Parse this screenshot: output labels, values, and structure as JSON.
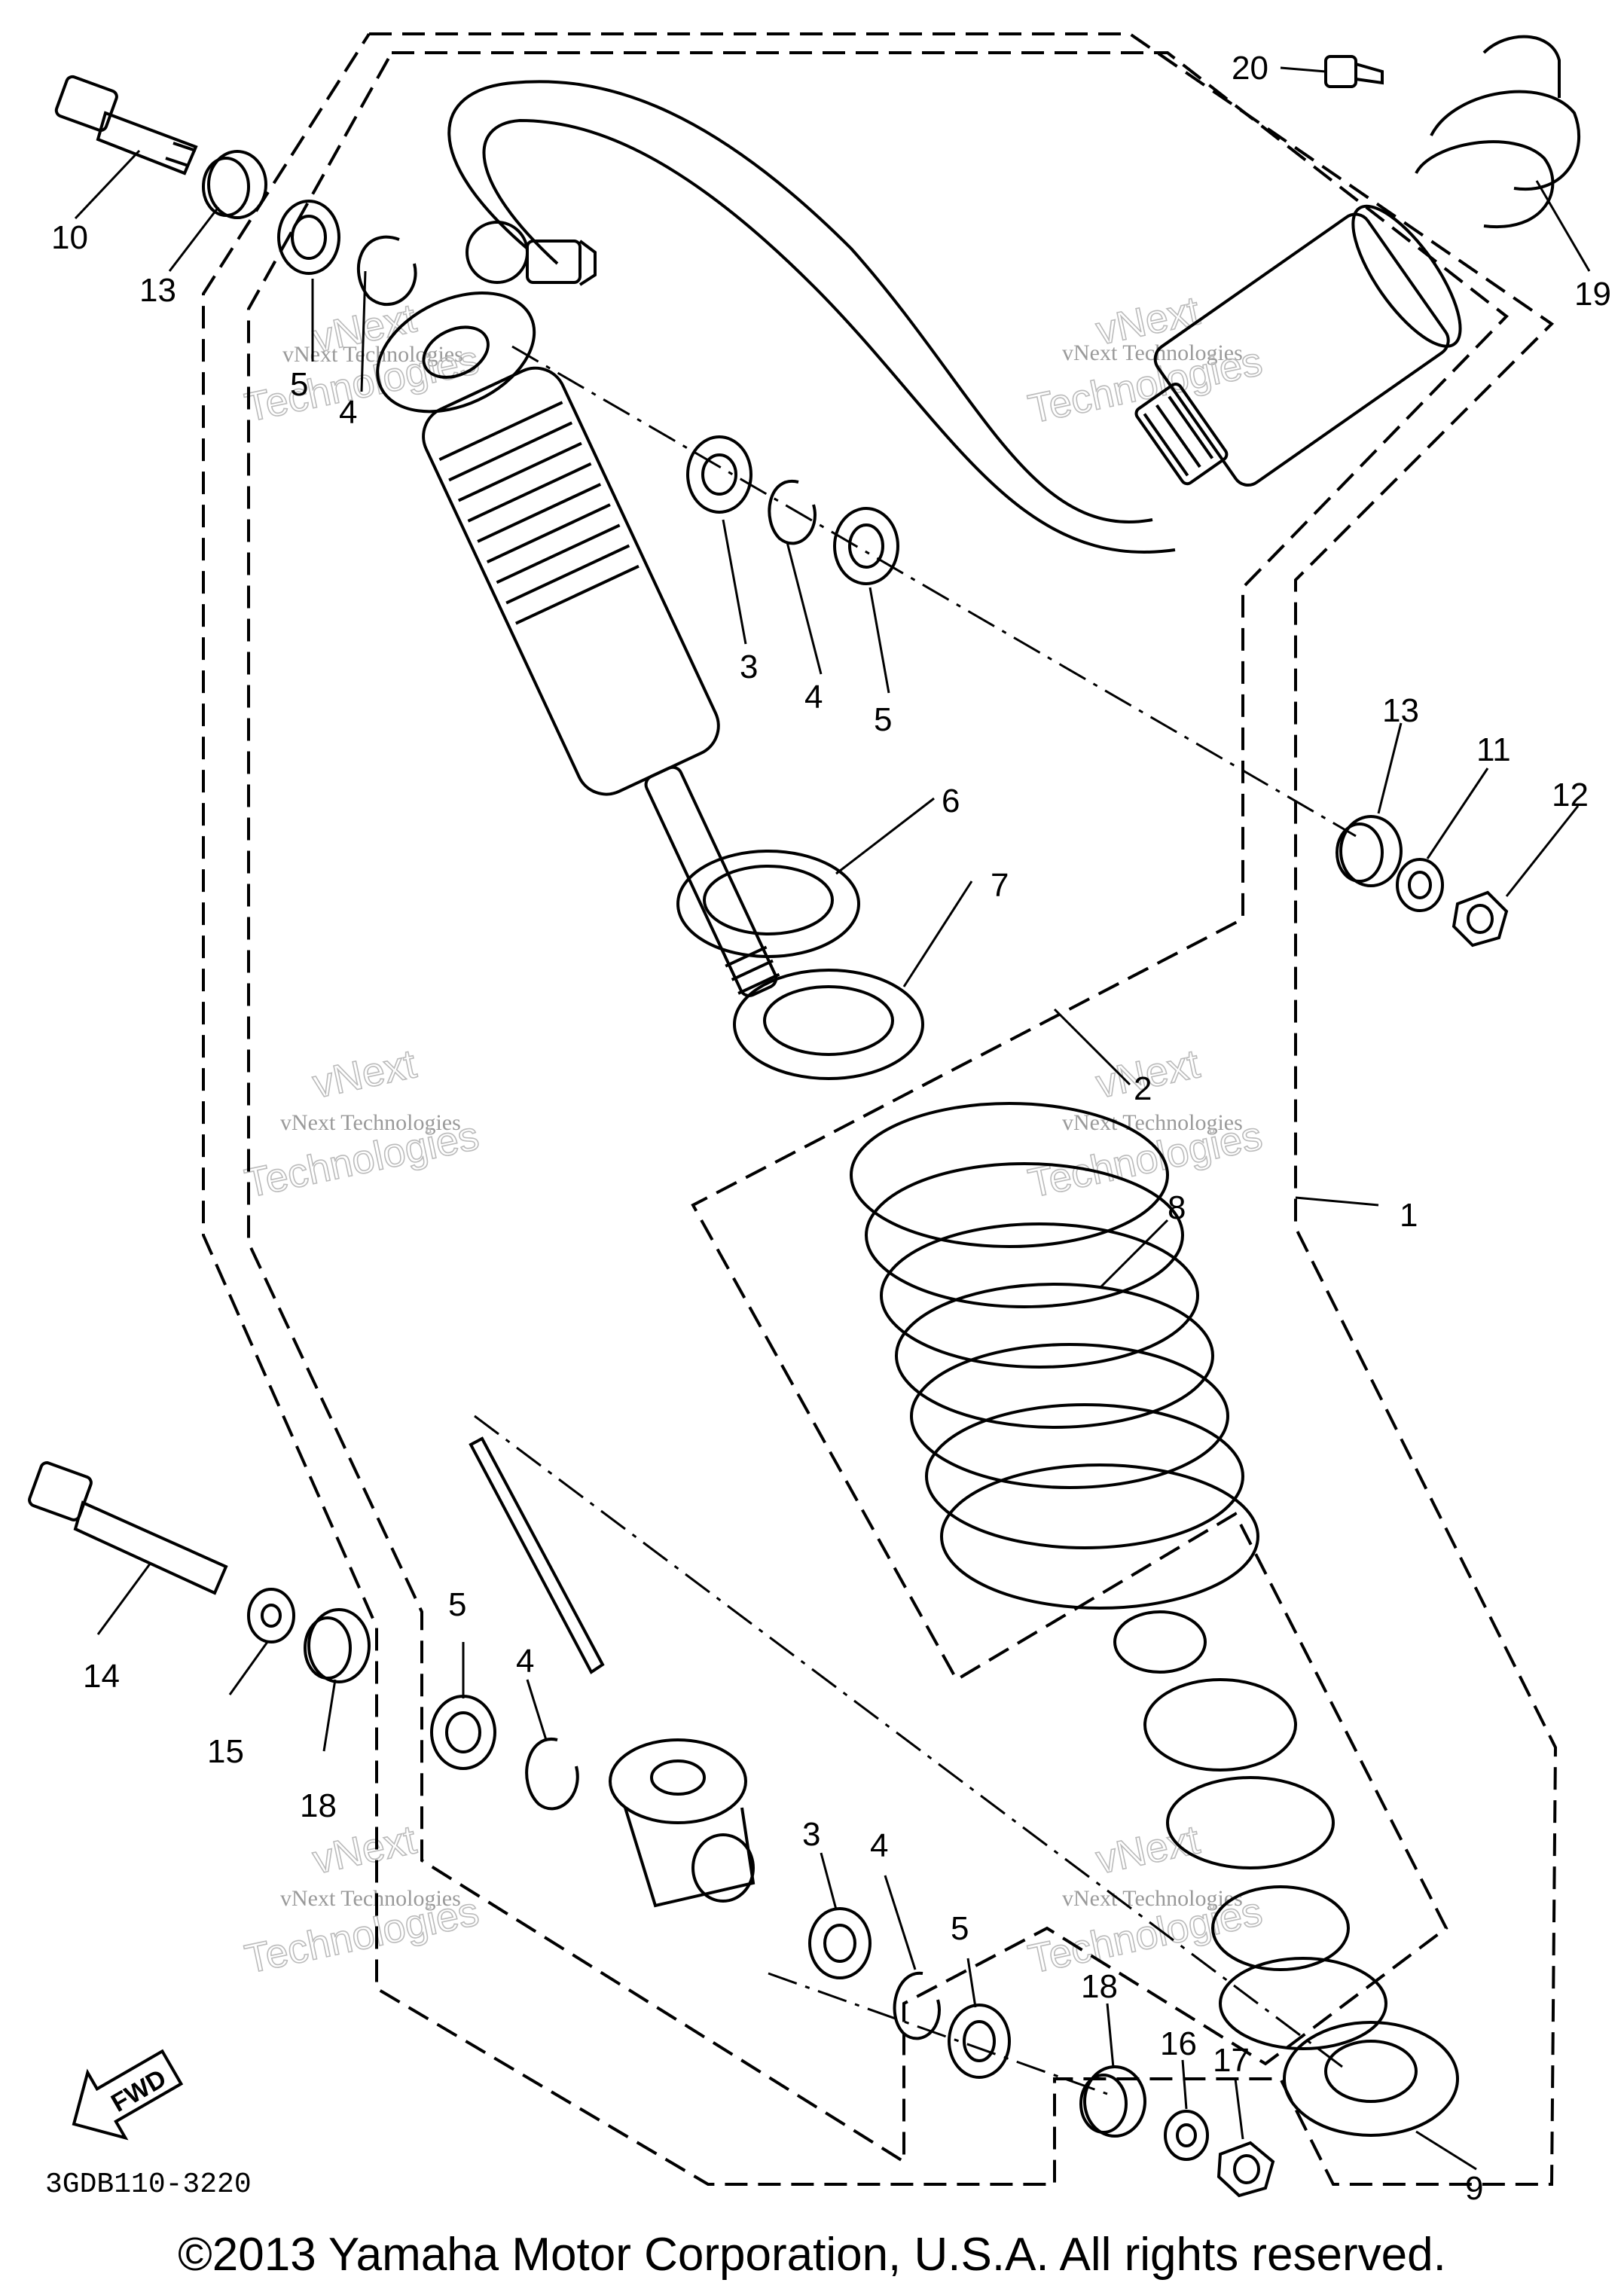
{
  "diagram_code": "3GDB110-3220",
  "copyright": "©2013 Yamaha Motor Corporation, U.S.A. All rights reserved.",
  "fwd_label": "FWD",
  "watermark": {
    "line1": "vNext Technologies",
    "line2": "vNext",
    "line3": "Technologies"
  },
  "part_callouts": [
    {
      "id": "c1",
      "num": "1"
    },
    {
      "id": "c2",
      "num": "2"
    },
    {
      "id": "c3a",
      "num": "3"
    },
    {
      "id": "c3b",
      "num": "3"
    },
    {
      "id": "c4a",
      "num": "4"
    },
    {
      "id": "c4b",
      "num": "4"
    },
    {
      "id": "c4c",
      "num": "4"
    },
    {
      "id": "c4d",
      "num": "4"
    },
    {
      "id": "c5a",
      "num": "5"
    },
    {
      "id": "c5b",
      "num": "5"
    },
    {
      "id": "c5c",
      "num": "5"
    },
    {
      "id": "c5d",
      "num": "5"
    },
    {
      "id": "c6",
      "num": "6"
    },
    {
      "id": "c7",
      "num": "7"
    },
    {
      "id": "c8",
      "num": "8"
    },
    {
      "id": "c9",
      "num": "9"
    },
    {
      "id": "c10",
      "num": "10"
    },
    {
      "id": "c11",
      "num": "11"
    },
    {
      "id": "c12",
      "num": "12"
    },
    {
      "id": "c13a",
      "num": "13"
    },
    {
      "id": "c13b",
      "num": "13"
    },
    {
      "id": "c14",
      "num": "14"
    },
    {
      "id": "c15",
      "num": "15"
    },
    {
      "id": "c16",
      "num": "16"
    },
    {
      "id": "c17",
      "num": "17"
    },
    {
      "id": "c18a",
      "num": "18"
    },
    {
      "id": "c18b",
      "num": "18"
    },
    {
      "id": "c19",
      "num": "19"
    },
    {
      "id": "c20",
      "num": "20"
    }
  ]
}
